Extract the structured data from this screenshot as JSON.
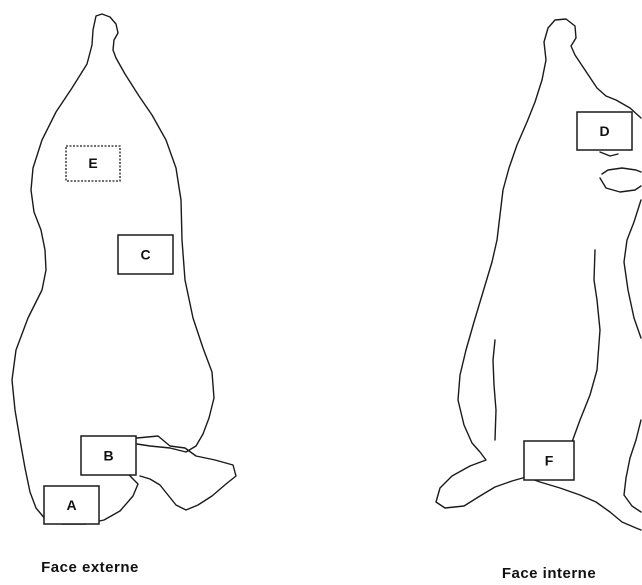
{
  "figures": {
    "external": {
      "caption": "Face externe",
      "zones": [
        "E",
        "C",
        "B",
        "A"
      ]
    },
    "internal": {
      "caption": "Face interne",
      "zones": [
        "D",
        "F"
      ]
    }
  }
}
